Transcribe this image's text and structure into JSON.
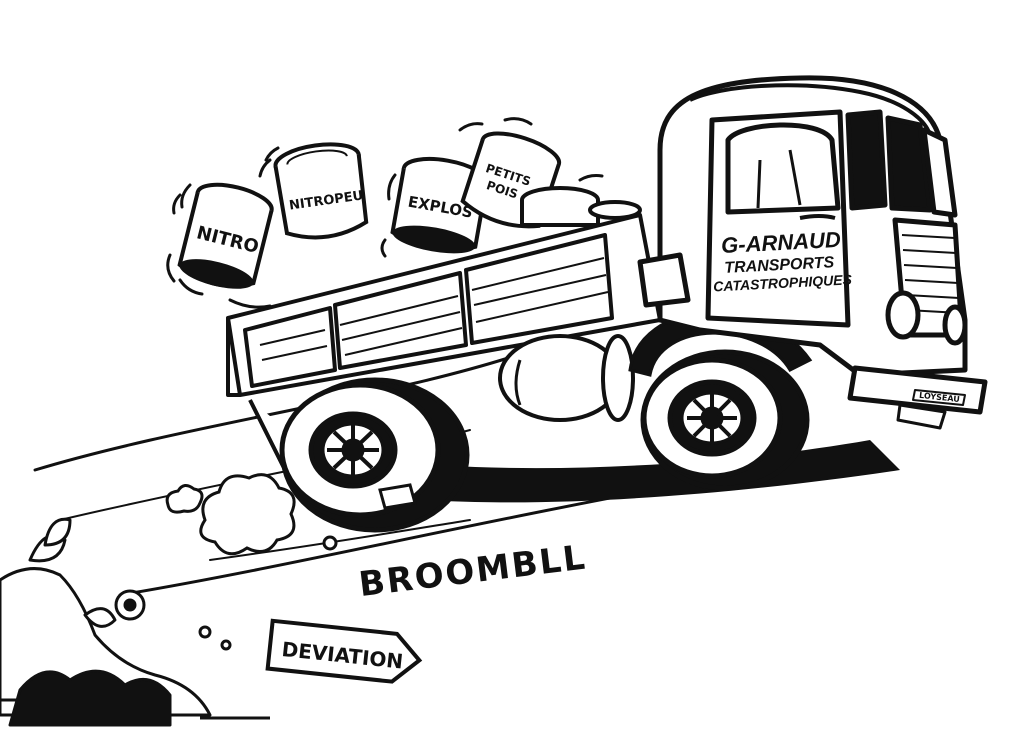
{
  "cans": {
    "nitro": "NITRO",
    "nitropeu": "NITROPEU",
    "explos": "EXPLOS",
    "petits_pois_1": "PETITS",
    "petits_pois_2": "POIS"
  },
  "cab": {
    "line1": "G-ARNAUD",
    "line2": "TRANSPORTS",
    "line3": "CATASTROPHIQUES"
  },
  "plate": "LOYSEAU",
  "sound_effect": "BROOMBLL",
  "sign": "DEVIATION",
  "colors": {
    "ink": "#111111",
    "paper": "#ffffff"
  }
}
